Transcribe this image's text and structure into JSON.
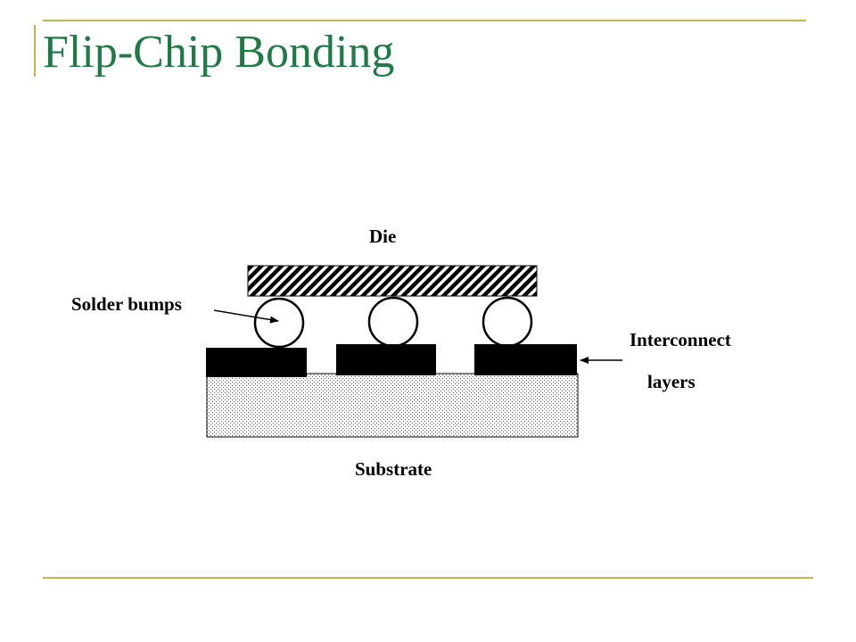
{
  "slide": {
    "title": "Flip-Chip Bonding"
  },
  "diagram": {
    "labels": {
      "die": "Die",
      "solder_bumps": "Solder bumps",
      "interconnect_line1": "Interconnect",
      "interconnect_line2": "layers",
      "substrate": "Substrate"
    },
    "colors": {
      "title": "#1f7a46",
      "rules": "#c8b34f",
      "ink": "#000000"
    }
  }
}
